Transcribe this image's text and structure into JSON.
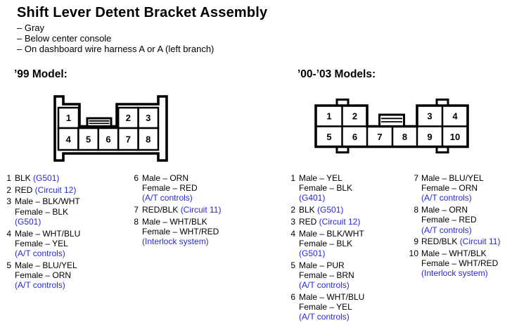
{
  "page": {
    "title": "Shift Lever Detent Bracket Assembly",
    "bullets": [
      "– Gray",
      "– Below center console",
      "– On dashboard wire harness A or A (left branch)"
    ]
  },
  "colors": {
    "reference_blue": "#2828d2",
    "text_black": "#000000"
  },
  "model99": {
    "heading": "’99 Model:",
    "connector_pins": [
      "1",
      "2",
      "3",
      "4",
      "5",
      "6",
      "7",
      "8"
    ],
    "columns": [
      [
        {
          "num": "1",
          "lines": [
            {
              "k": "BLK ",
              "b": "(G501)"
            }
          ]
        },
        {
          "num": "2",
          "lines": [
            {
              "k": "RED ",
              "b": "(Circuit 12)"
            }
          ]
        },
        {
          "num": "3",
          "lines": [
            {
              "k": "Male – BLK/WHT",
              "b": ""
            },
            {
              "k": "Female – BLK",
              "b": ""
            },
            {
              "k": "",
              "b": "(G501)"
            }
          ]
        },
        {
          "num": "4",
          "lines": [
            {
              "k": "Male – WHT/BLU",
              "b": ""
            },
            {
              "k": "Female – YEL",
              "b": ""
            },
            {
              "k": "",
              "b": "(A/T controls)"
            }
          ]
        },
        {
          "num": "5",
          "lines": [
            {
              "k": "Male – BLU/YEL",
              "b": ""
            },
            {
              "k": "Female – ORN",
              "b": ""
            },
            {
              "k": "",
              "b": "(A/T controls)"
            }
          ]
        }
      ],
      [
        {
          "num": "6",
          "lines": [
            {
              "k": "Male – ORN",
              "b": ""
            },
            {
              "k": "Female – RED",
              "b": ""
            },
            {
              "k": "",
              "b": "(A/T controls)"
            }
          ]
        },
        {
          "num": "7",
          "lines": [
            {
              "k": "RED/BLK ",
              "b": "(Circuit 11)"
            }
          ]
        },
        {
          "num": "8",
          "lines": [
            {
              "k": "Male – WHT/BLK",
              "b": ""
            },
            {
              "k": "Female – WHT/RED",
              "b": ""
            },
            {
              "k": "",
              "b": "(Interlock system)"
            }
          ]
        }
      ]
    ]
  },
  "model0003": {
    "heading": "’00-’03 Models:",
    "connector_pins": [
      "1",
      "2",
      "3",
      "4",
      "5",
      "6",
      "7",
      "8",
      "9",
      "10"
    ],
    "columns": [
      [
        {
          "num": "1",
          "lines": [
            {
              "k": "Male – YEL",
              "b": ""
            },
            {
              "k": "Female – BLK",
              "b": ""
            },
            {
              "k": "",
              "b": "(G401)"
            }
          ]
        },
        {
          "num": "2",
          "lines": [
            {
              "k": "BLK ",
              "b": "(G501)"
            }
          ]
        },
        {
          "num": "3",
          "lines": [
            {
              "k": "RED ",
              "b": "(Circuit 12)"
            }
          ]
        },
        {
          "num": "4",
          "lines": [
            {
              "k": "Male – BLK/WHT",
              "b": ""
            },
            {
              "k": "Female – BLK",
              "b": ""
            },
            {
              "k": "",
              "b": "(G501)"
            }
          ]
        },
        {
          "num": "5",
          "lines": [
            {
              "k": "Male – PUR",
              "b": ""
            },
            {
              "k": "Female – BRN",
              "b": ""
            },
            {
              "k": "",
              "b": "(A/T controls)"
            }
          ]
        },
        {
          "num": "6",
          "lines": [
            {
              "k": "Male – WHT/BLU",
              "b": ""
            },
            {
              "k": "Female – YEL",
              "b": ""
            },
            {
              "k": "",
              "b": "(A/T controls)"
            }
          ]
        }
      ],
      [
        {
          "num": "7",
          "lines": [
            {
              "k": "Male – BLU/YEL",
              "b": ""
            },
            {
              "k": "Female – ORN",
              "b": ""
            },
            {
              "k": "",
              "b": "(A/T controls)"
            }
          ]
        },
        {
          "num": "8",
          "lines": [
            {
              "k": "Male – ORN",
              "b": ""
            },
            {
              "k": "Female – RED",
              "b": ""
            },
            {
              "k": "",
              "b": "(A/T controls)"
            }
          ]
        },
        {
          "num": "9",
          "lines": [
            {
              "k": "RED/BLK ",
              "b": "(Circuit 11)"
            }
          ]
        },
        {
          "num": "10",
          "lines": [
            {
              "k": "Male – WHT/BLK",
              "b": ""
            },
            {
              "k": "Female – WHT/RED",
              "b": ""
            },
            {
              "k": "",
              "b": "(Interlock system)"
            }
          ]
        }
      ]
    ]
  }
}
